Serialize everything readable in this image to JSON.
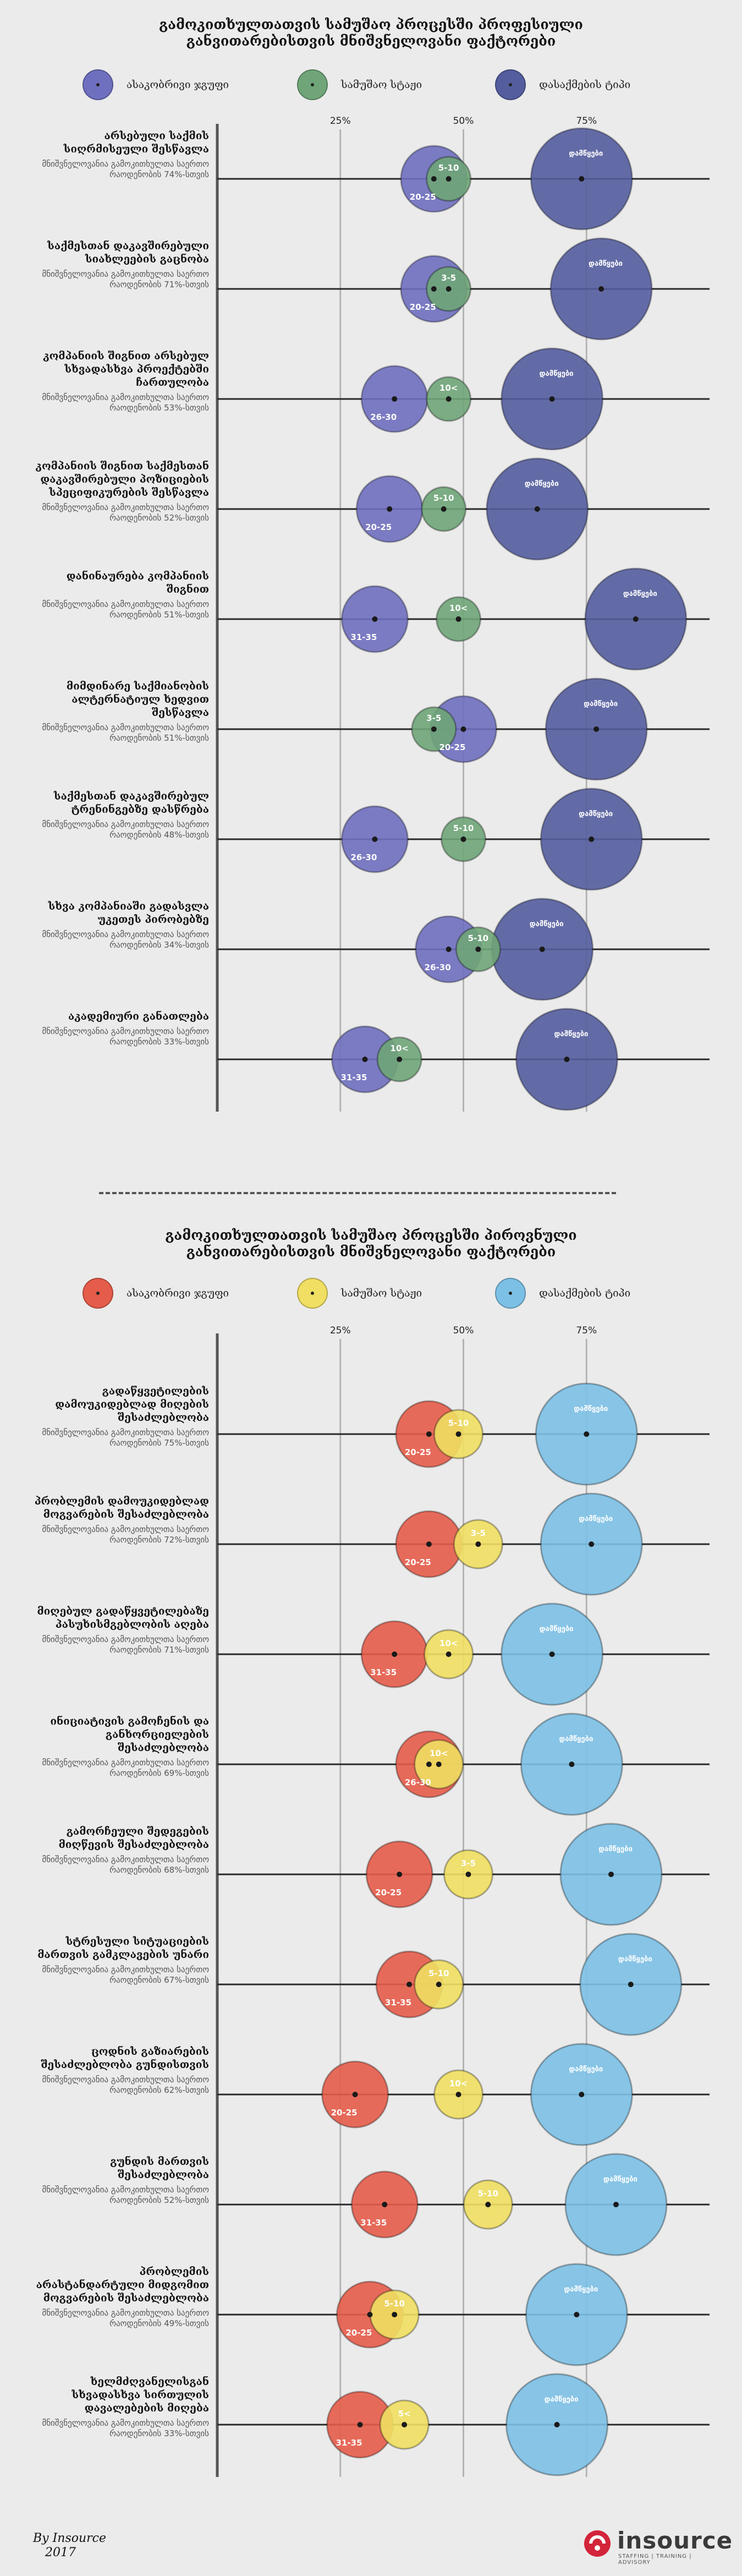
{
  "colors": {
    "s1_age": "#6f6fbf",
    "s1_exp": "#6fa578",
    "s1_level": "#545d9e",
    "s2_age": "#e55c4a",
    "s2_exp": "#f0df62",
    "s2_level": "#7cc0e6"
  },
  "footer": {
    "line1": "By Insource",
    "line2": "2017",
    "logo_name": "insource",
    "logo_tag": "STAFFING | TRAINING | ADVISORY"
  },
  "chart_data": [
    {
      "type": "scatter",
      "title": "გამოკითხულთათვის სამუშაო პროცესში პროფესიული განვითარებისთვის მნიშვნელოვანი ფაქტორები",
      "xlim": [
        0,
        100
      ],
      "x_ticks": [
        25,
        50,
        75
      ],
      "x_tick_labels": [
        "25%",
        "50%",
        "75%"
      ],
      "legend": [
        "ასაკობრივი ჯგუფი",
        "სამუშაო სტაჟი",
        "დასაქმების ტიპი"
      ],
      "rows": [
        {
          "title": "არსებული საქმის სიღრმისეული შესწავლა",
          "sub": "მნიშვნელოვანია გამოკითხულთა საერთო რაოდენობის 74%-სთვის",
          "age": {
            "label": "20-25",
            "x": 44
          },
          "exp": {
            "label": "5-10",
            "x": 47
          },
          "level": {
            "label": "დამწყები",
            "x": 74
          }
        },
        {
          "title": "საქმესთან დაკავშირებული სიახლეების გაცნობა",
          "sub": "მნიშვნელოვანია გამოკითხულთა საერთო რაოდენობის 71%-სთვის",
          "age": {
            "label": "20-25",
            "x": 44
          },
          "exp": {
            "label": "3-5",
            "x": 47
          },
          "level": {
            "label": "დამწყები",
            "x": 78
          }
        },
        {
          "title": "კომპანიის შიგნით არსებულ სხვადასხვა პროექტებში ჩართულობა",
          "sub": "მნიშვნელოვანია გამოკითხულთა საერთო რაოდენობის 53%-სთვის",
          "age": {
            "label": "26-30",
            "x": 36
          },
          "exp": {
            "label": "10<",
            "x": 47
          },
          "level": {
            "label": "დამწყები",
            "x": 68
          }
        },
        {
          "title": "კომპანიის შიგნით საქმესთან დაკავშირებული პოზიციების სპეციფიკურების შესწავლა",
          "sub": "მნიშვნელოვანია გამოკითხულთა საერთო რაოდენობის 52%-სთვის",
          "age": {
            "label": "20-25",
            "x": 35
          },
          "exp": {
            "label": "5-10",
            "x": 46
          },
          "level": {
            "label": "დამწყები",
            "x": 65
          }
        },
        {
          "title": "დანინაურება კომპანიის შიგნით",
          "sub": "მნიშვნელოვანია გამოკითხულთა საერთო რაოდენობის 51%-სთვის",
          "age": {
            "label": "31-35",
            "x": 32
          },
          "exp": {
            "label": "10<",
            "x": 49
          },
          "level": {
            "label": "დამწყები",
            "x": 85
          }
        },
        {
          "title": "მიმდინარე საქმიანობის ალტერნატიულ ხედვით შესწავლა",
          "sub": "მნიშვნელოვანია გამოკითხულთა საერთო რაოდენობის 51%-სთვის",
          "age": {
            "label": "20-25",
            "x": 50
          },
          "exp": {
            "label": "3-5",
            "x": 44
          },
          "level": {
            "label": "დამწყები",
            "x": 77
          }
        },
        {
          "title": "საქმესთან დაკავშირებულ ტრენინგებზე დასწრება",
          "sub": "მნიშვნელოვანია გამოკითხულთა საერთო რაოდენობის 48%-სთვის",
          "age": {
            "label": "26-30",
            "x": 32
          },
          "exp": {
            "label": "5-10",
            "x": 50
          },
          "level": {
            "label": "დამწყები",
            "x": 76
          }
        },
        {
          "title": "სხვა კომპანიაში გადასვლა უკეთეს პირობებზე",
          "sub": "მნიშვნელოვანია გამოკითხულთა საერთო რაოდენობის 34%-სთვის",
          "age": {
            "label": "26-30",
            "x": 47
          },
          "exp": {
            "label": "5-10",
            "x": 53
          },
          "level": {
            "label": "დამწყები",
            "x": 66
          }
        },
        {
          "title": "აკადემიური განათლება",
          "sub": "მნიშვნელოვანია გამოკითხულთა საერთო რაოდენობის 33%-სთვის",
          "age": {
            "label": "31-35",
            "x": 30
          },
          "exp": {
            "label": "10<",
            "x": 37
          },
          "level": {
            "label": "დამწყები",
            "x": 71
          }
        }
      ]
    },
    {
      "type": "scatter",
      "title": "გამოკითხულთათვის სამუშაო პროცესში პიროვნული განვითარებისთვის მნიშვნელოვანი ფაქტორები",
      "xlim": [
        0,
        100
      ],
      "x_ticks": [
        25,
        50,
        75
      ],
      "x_tick_labels": [
        "25%",
        "50%",
        "75%"
      ],
      "legend": [
        "ასაკობრივი ჯგუფი",
        "სამუშაო სტაჟი",
        "დასაქმების ტიპი"
      ],
      "rows": [
        {
          "title": "გადაწყვეტილების დამოუკიდებლად მიღების შესაძლებლობა",
          "sub": "მნიშვნელოვანია გამოკითხულთა საერთო რაოდენობის 75%-სთვის",
          "age": {
            "label": "20-25",
            "x": 43
          },
          "exp": {
            "label": "5-10",
            "x": 49
          },
          "level": {
            "label": "დამწყები",
            "x": 75
          }
        },
        {
          "title": "პრობლემის დამოუკიდებლად მოგვარების შესაძლებლობა",
          "sub": "მნიშვნელოვანია გამოკითხულთა საერთო რაოდენობის 72%-სთვის",
          "age": {
            "label": "20-25",
            "x": 43
          },
          "exp": {
            "label": "3-5",
            "x": 53
          },
          "level": {
            "label": "დამწყები",
            "x": 76
          }
        },
        {
          "title": "მიღებულ გადაწყვეტილებაზე პასუხისმგებლობის აღება",
          "sub": "მნიშვნელოვანია გამოკითხულთა საერთო რაოდენობის 71%-სთვის",
          "age": {
            "label": "31-35",
            "x": 36
          },
          "exp": {
            "label": "10<",
            "x": 47
          },
          "level": {
            "label": "დამწყები",
            "x": 68
          }
        },
        {
          "title": "ინიციატივის გამოჩენის და განხორციელების შესაძლებლობა",
          "sub": "მნიშვნელოვანია გამოკითხულთა საერთო რაოდენობის 69%-სთვის",
          "age": {
            "label": "26-30",
            "x": 43
          },
          "exp": {
            "label": "10<",
            "x": 45
          },
          "level": {
            "label": "დამწყები",
            "x": 72
          }
        },
        {
          "title": "გამორჩეული შედეგების მიღწევის შესაძლებლობა",
          "sub": "მნიშვნელოვანია გამოკითხულთა საერთო რაოდენობის 68%-სთვის",
          "age": {
            "label": "20-25",
            "x": 37
          },
          "exp": {
            "label": "3-5",
            "x": 51
          },
          "level": {
            "label": "დამწყები",
            "x": 80
          }
        },
        {
          "title": "სტრესული სიტუაციების მართვის გამკლავების უნარი",
          "sub": "მნიშვნელოვანია გამოკითხულთა საერთო რაოდენობის 67%-სთვის",
          "age": {
            "label": "31-35",
            "x": 39
          },
          "exp": {
            "label": "5-10",
            "x": 45
          },
          "level": {
            "label": "დამწყები",
            "x": 84
          }
        },
        {
          "title": "ცოდნის გაზიარების შესაძლებლობა გუნდისთვის",
          "sub": "მნიშვნელოვანია გამოკითხულთა საერთო რაოდენობის 62%-სთვის",
          "age": {
            "label": "20-25",
            "x": 28
          },
          "exp": {
            "label": "10<",
            "x": 49
          },
          "level": {
            "label": "დამწყები",
            "x": 74
          }
        },
        {
          "title": "გუნდის მართვის შესაძლებლობა",
          "sub": "მნიშვნელოვანია გამოკითხულთა საერთო რაოდენობის 52%-სთვის",
          "age": {
            "label": "31-35",
            "x": 34
          },
          "exp": {
            "label": "5-10",
            "x": 55
          },
          "level": {
            "label": "დამწყები",
            "x": 81
          }
        },
        {
          "title": "პრობლემის არასტანდარტული მიდგომით მოგვარების შესაძლებლობა",
          "sub": "მნიშვნელოვანია გამოკითხულთა საერთო რაოდენობის 49%-სთვის",
          "age": {
            "label": "20-25",
            "x": 31
          },
          "exp": {
            "label": "5-10",
            "x": 36
          },
          "level": {
            "label": "დამწყები",
            "x": 73
          }
        },
        {
          "title": "ხელმძღვანელისგან სხვადასხვა სირთულის დავალებების მიღება",
          "sub": "მნიშვნელოვანია გამოკითხულთა საერთო რაოდენობის 33%-სთვის",
          "age": {
            "label": "31-35",
            "x": 29
          },
          "exp": {
            "label": "5<",
            "x": 38
          },
          "level": {
            "label": "დამწყები",
            "x": 69
          }
        }
      ]
    }
  ]
}
